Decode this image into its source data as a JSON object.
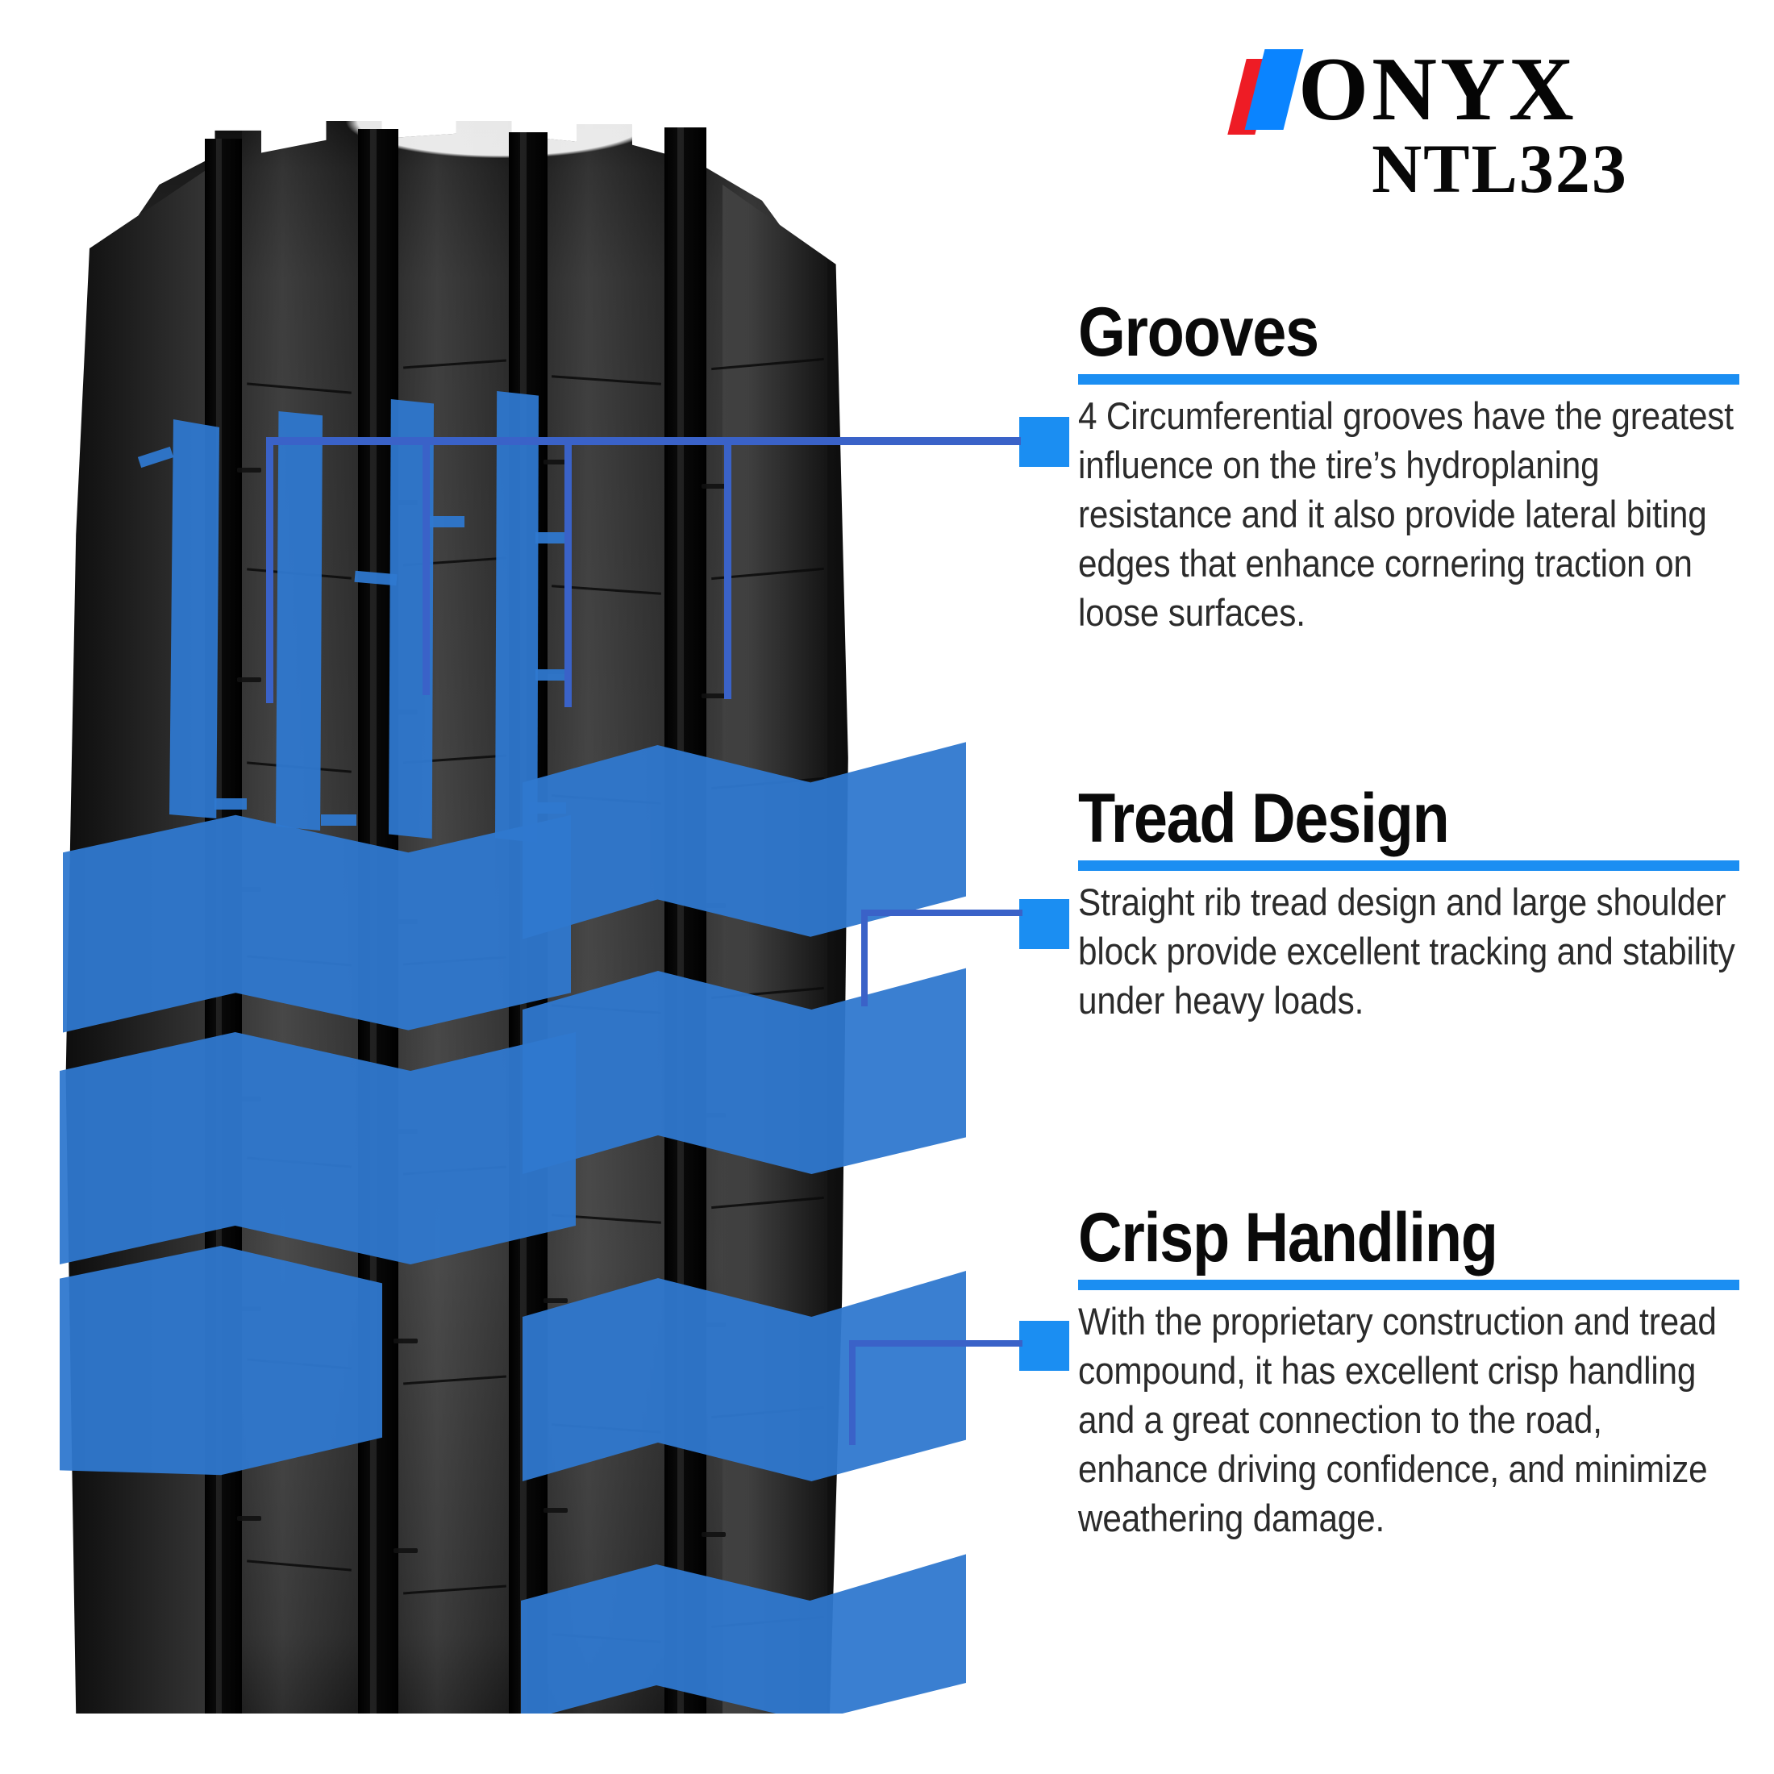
{
  "brand": {
    "name": "ONYX",
    "model": "NTL323",
    "logo_red": "#ee1c25",
    "logo_blue": "#0a84ff"
  },
  "theme": {
    "accent_blue": "#1b8ef2",
    "overlay_blue": "#2f78cf",
    "connector_blue": "#3a62c8",
    "heading_color": "#0a0a0a",
    "body_color": "#2b2b2b",
    "background": "#ffffff"
  },
  "features": [
    {
      "id": "grooves",
      "heading": "Grooves",
      "body": "4 Circumferential grooves have the greatest influence on the tire’s hydroplaning resistance and it also provide lateral biting edges that enhance cornering traction on loose surfaces."
    },
    {
      "id": "tread-design",
      "heading": "Tread Design",
      "body": "Straight rib tread design and large shoulder block provide excellent tracking and stability under heavy loads."
    },
    {
      "id": "crisp-handling",
      "heading": "Crisp Handling",
      "body": "With the proprietary construction and tread compound, it has excellent crisp handling and a great connection to the road, enhance driving confidence, and minimize weathering damage."
    }
  ],
  "product_image": {
    "subject": "truck-tire-tread-closeup",
    "groove_count": 4
  }
}
